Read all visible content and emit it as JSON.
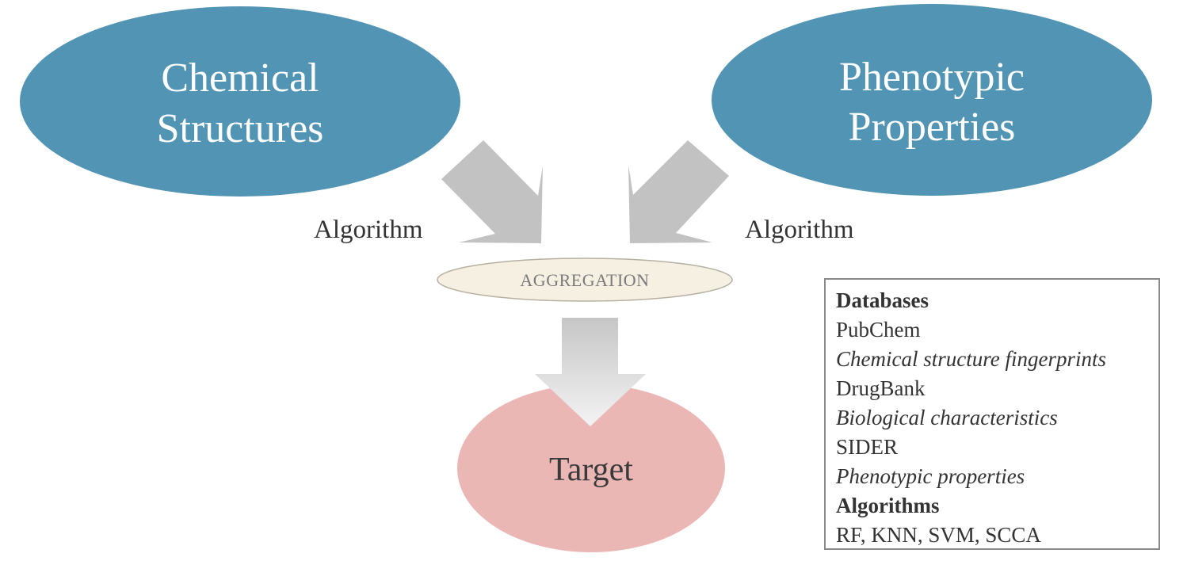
{
  "diagram": {
    "nodes": {
      "chemical": {
        "lines": [
          "Chemical",
          "Structures"
        ],
        "color": "#5294b4"
      },
      "phenotypic": {
        "lines": [
          "Phenotypic",
          "Properties"
        ],
        "color": "#5294b4"
      },
      "aggregation": {
        "label": "AGGREGATION",
        "color": "#f6f0e2"
      },
      "target": {
        "label": "Target",
        "color": "#ebb7b5"
      }
    },
    "edges": {
      "left_label": "Algorithm",
      "right_label": "Algorithm"
    },
    "colors": {
      "arrow_gray": "#c2c2c2",
      "arrow_light_top": "#c6c6c6",
      "arrow_light_bottom": "#f3f3f3",
      "box_border": "#8a8a8a"
    }
  },
  "info_box": {
    "rows": [
      {
        "text": "Databases",
        "style": "bold"
      },
      {
        "text": "PubChem",
        "style": "normal"
      },
      {
        "text": "Chemical structure fingerprints",
        "style": "italic"
      },
      {
        "text": "DrugBank",
        "style": "normal"
      },
      {
        "text": "Biological characteristics",
        "style": "italic"
      },
      {
        "text": "SIDER",
        "style": "normal"
      },
      {
        "text": "Phenotypic properties",
        "style": "italic"
      },
      {
        "text": "Algorithms",
        "style": "bold"
      },
      {
        "text": "RF, KNN, SVM, SCCA",
        "style": "normal"
      }
    ]
  }
}
